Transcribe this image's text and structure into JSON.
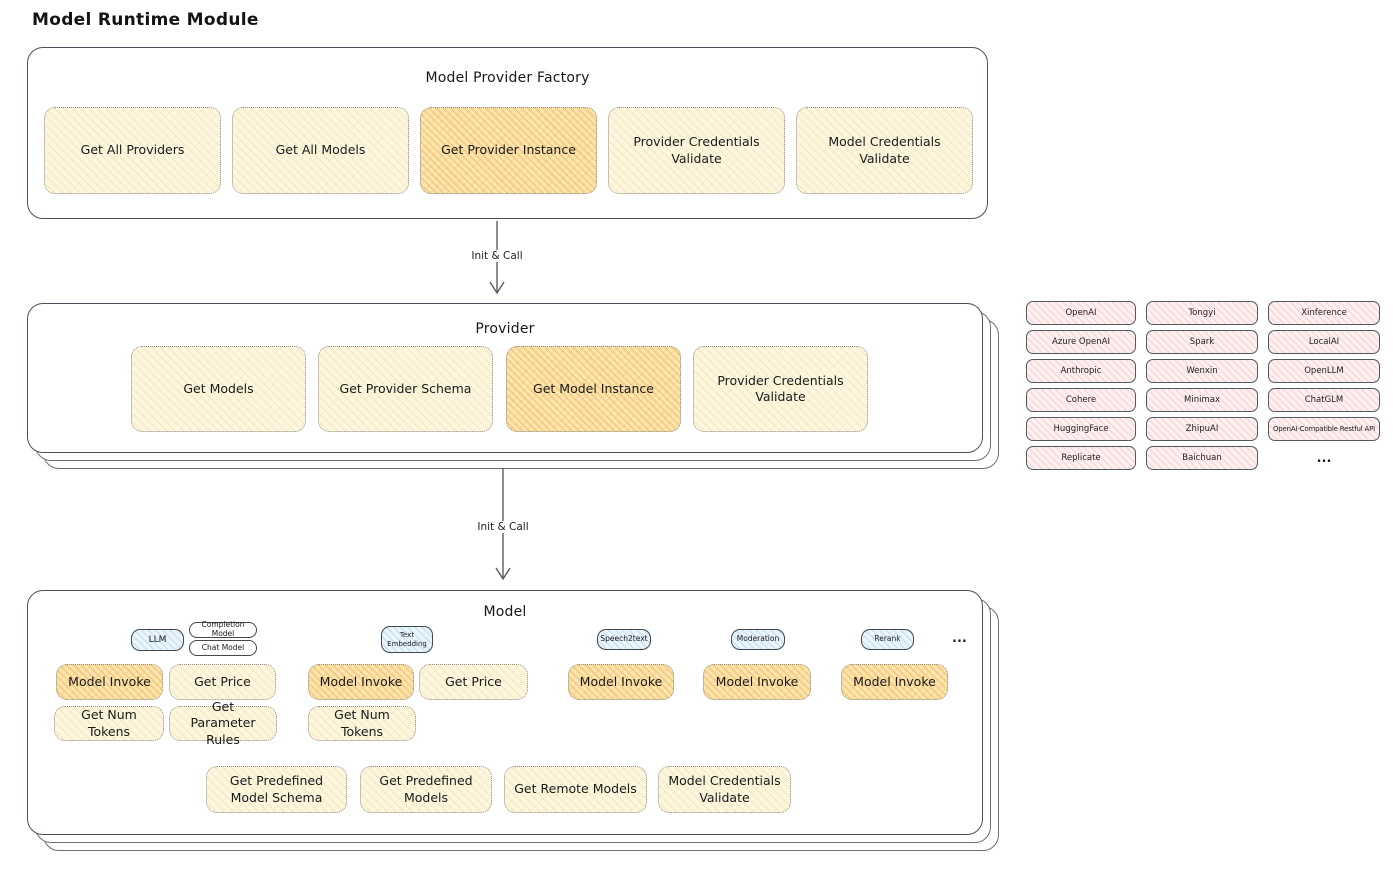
{
  "title": "Model Runtime Module",
  "init_call_label": "Init & Call",
  "colors": {
    "node_yellow": "#fdf7e2",
    "node_yellow_hatch": "#e9c86e",
    "node_active_orange": "#fbe5b4",
    "node_active_hatch": "#f2b84f",
    "provider_pink": "#fdf0f0",
    "provider_pink_hatch": "#ec9999",
    "tab_blue": "#e9f4fb",
    "tab_blue_hatch": "#82bae0",
    "panel_stroke": "#4b5158"
  },
  "factory": {
    "title": "Model Provider Factory",
    "buttons": [
      "Get All Providers",
      "Get All Models",
      "Get Provider Instance",
      "Provider Credentials Validate",
      "Model Credentials Validate"
    ]
  },
  "provider": {
    "title": "Provider",
    "buttons": [
      "Get Models",
      "Get Provider Schema",
      "Get Model Instance",
      "Provider Credentials Validate"
    ]
  },
  "providers_grid": {
    "col1": [
      "OpenAI",
      "Azure OpenAI",
      "Anthropic",
      "Cohere",
      "HuggingFace",
      "Replicate"
    ],
    "col2": [
      "Tongyi",
      "Spark",
      "Wenxin",
      "Minimax",
      "ZhipuAI",
      "Baichuan"
    ],
    "col3": [
      "Xinference",
      "LocalAI",
      "OpenLLM",
      "ChatGLM",
      "OpenAI-Compatible Restful API"
    ],
    "more": "..."
  },
  "model": {
    "title": "Model",
    "tabs": {
      "llm": "LLM",
      "completion": "Completion Model",
      "chat": "Chat Model",
      "text_embedding": "Text Embedding",
      "speech2text": "Speech2text",
      "moderation": "Moderation",
      "rerank": "Rerank",
      "more": "..."
    },
    "buttons": {
      "model_invoke": "Model Invoke",
      "get_price": "Get Price",
      "get_num_tokens": "Get Num Tokens",
      "get_parameter_rules": "Get Parameter Rules",
      "get_predefined_model_schema": "Get Predefined Model Schema",
      "get_predefined_models": "Get Predefined Models",
      "get_remote_models": "Get Remote Models",
      "model_credentials_validate": "Model Credentials Validate"
    }
  }
}
